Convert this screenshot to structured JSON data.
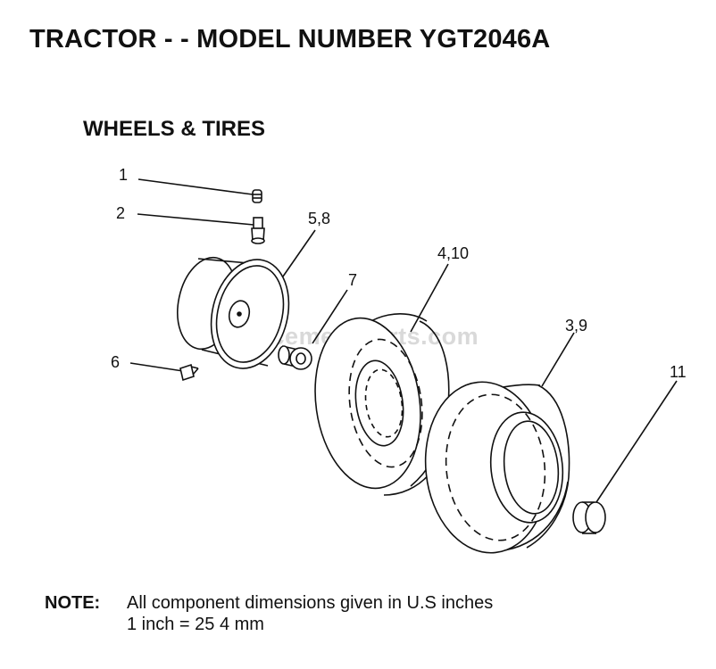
{
  "header": {
    "title": "TRACTOR - - MODEL NUMBER YGT2046A"
  },
  "section": {
    "title": "WHEELS & TIRES"
  },
  "callouts": [
    "1",
    "2",
    "5,8",
    "7",
    "4,10",
    "3,9",
    "6",
    "11"
  ],
  "watermark": "eReplacementParts.com",
  "note": {
    "label": "NOTE:",
    "line1": "All component dimensions given in U.S  inches",
    "line2": "1 inch = 25 4 mm"
  }
}
